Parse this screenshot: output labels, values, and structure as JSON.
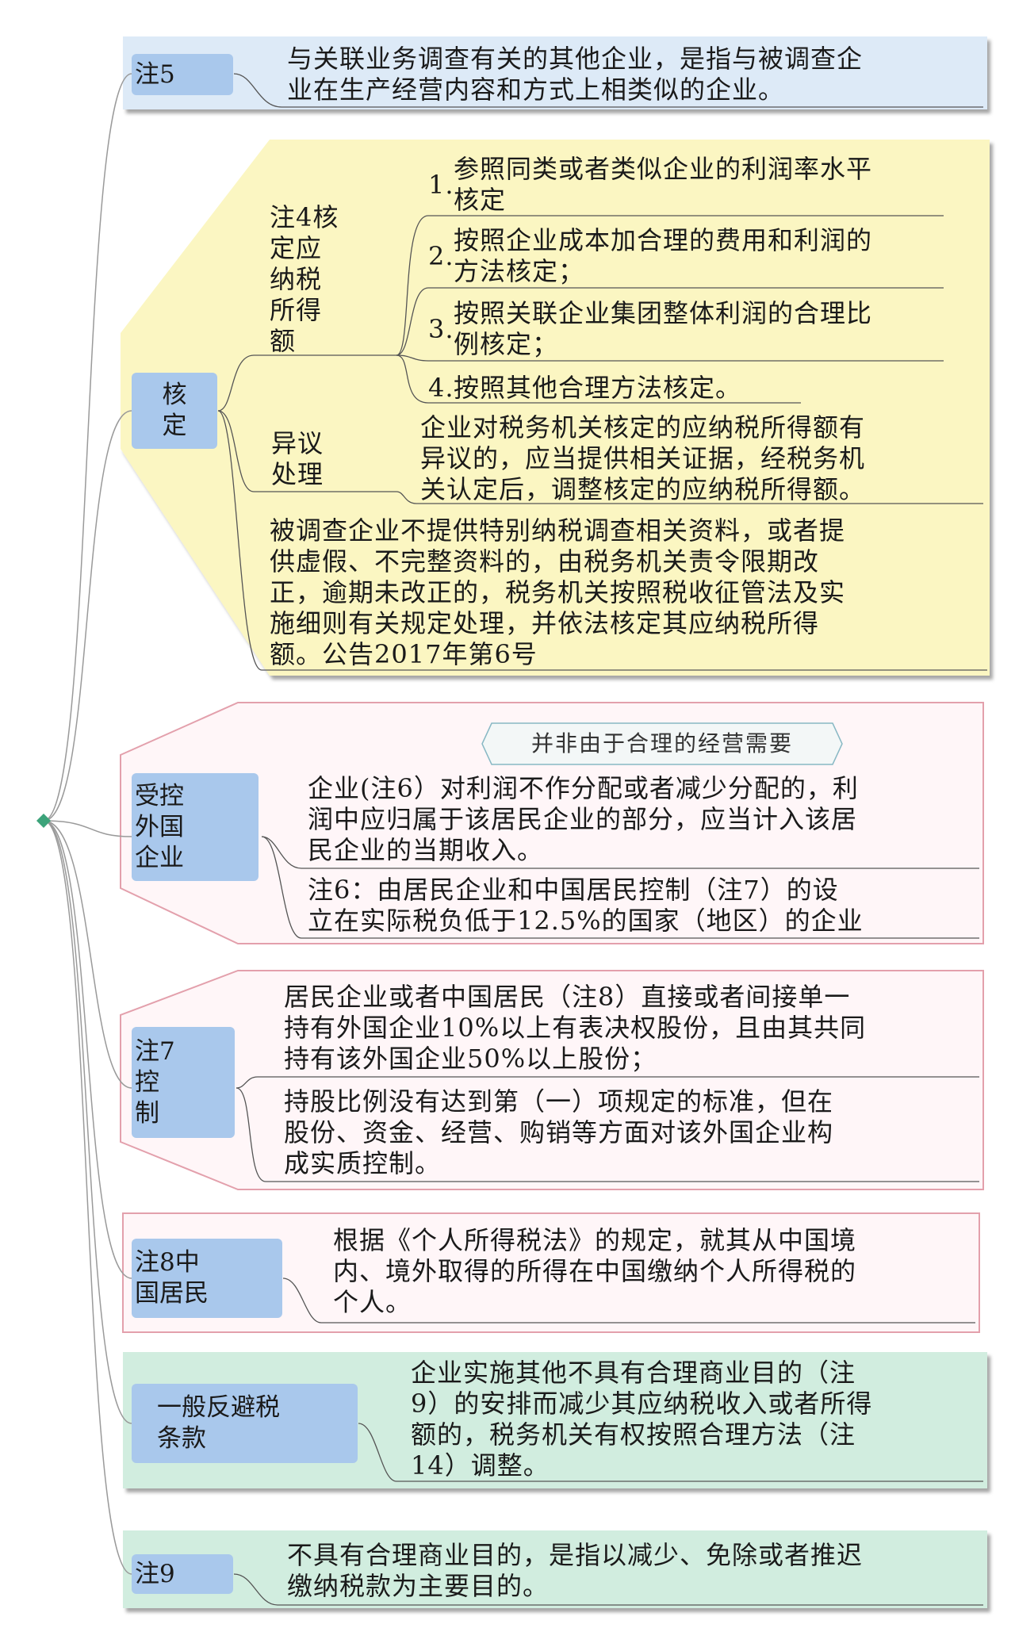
{
  "nodes": {
    "note5": {
      "tag": "注5",
      "text": "与关联业务调查有关的其他企业，是指与被调查企\n业在生产经营内容和方式上相类似的企业。"
    },
    "assess": {
      "tag": "核\n定",
      "note4_label": "注4核\n定应\n纳税\n所得\n额",
      "methods": [
        "参照同类或者类似企业的利润率水平\n核定",
        "按照企业成本加合理的费用和利润的\n方法核定；",
        "按照关联企业集团整体利润的合理比\n例核定；",
        "按照其他合理方法核定。"
      ],
      "method_nums": [
        "1.",
        "2.",
        "3.",
        "4."
      ],
      "objection_label": "异议\n处理",
      "objection_text": "企业对税务机关核定的应纳税所得额有\n异议的，应当提供相关证据，经税务机\n关认定后，调整核定的应纳税所得额。",
      "non_compliance": "被调查企业不提供特别纳税调查相关资料，或者提\n供虚假、不完整资料的，由税务机关责令限期改\n正，逾期未改正的，税务机关按照税收征管法及实\n施细则有关规定处理，并依法核定其应纳税所得\n额。公告2017年第6号"
    },
    "cfc": {
      "tag": "受控\n外国\n企业",
      "callout": "并非由于合理的经营需要",
      "text": "企业(注6）对利润不作分配或者减少分配的，利\n润中应归属于该居民企业的部分，应当计入该居\n民企业的当期收入。",
      "note6": "注6：由居民企业和中国居民控制（注7）的设\n立在实际税负低于12.5%的国家（地区）的企业"
    },
    "note7": {
      "tag": "注7\n控\n制",
      "item1": "居民企业或者中国居民（注8）直接或者间接单一\n持有外国企业10%以上有表决权股份，且由其共同\n持有该外国企业50%以上股份；",
      "item2": "持股比例没有达到第（一）项规定的标准，但在\n股份、资金、经营、购销等方面对该外国企业构\n成实质控制。"
    },
    "note8": {
      "tag": "注8中\n国居民",
      "text": "根据《个人所得税法》的规定，就其从中国境\n内、境外取得的所得在中国缴纳个人所得税的\n个人。"
    },
    "gaar": {
      "tag": "一般反避税\n条款",
      "text": "企业实施其他不具有合理商业目的（注\n9）的安排而减少其应纳税收入或者所得\n额的，税务机关有权按照合理方法（注\n14）调整。"
    },
    "note9": {
      "tag": "注9",
      "text": "不具有合理商业目的，是指以减少、免除或者推迟\n缴纳税款为主要目的。"
    }
  },
  "colors": {
    "blue_panel": "#ddeaf7",
    "yellow_panel": "#fbf6c2",
    "pink_panel": "#fff6f8",
    "pink_border": "#e3a0ac",
    "green_panel": "#d1eddf",
    "tag_blue": "#a9c8ec",
    "root_marker": "#3ca37a"
  }
}
